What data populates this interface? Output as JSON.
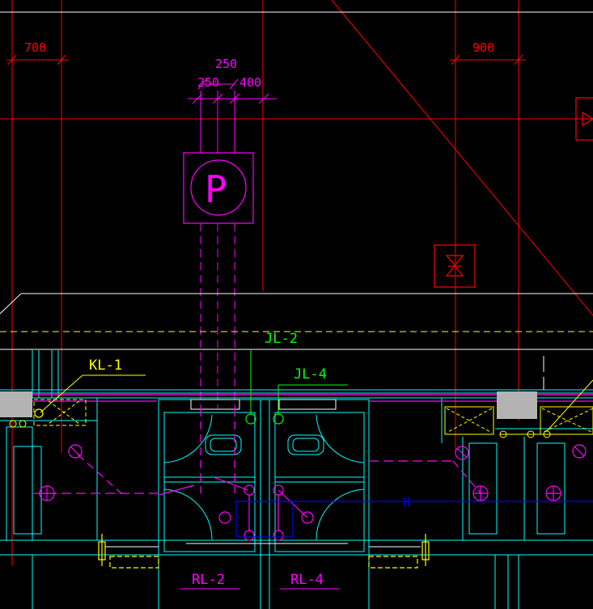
{
  "colors": {
    "red": "#ff0000",
    "magenta": "#ff00ff",
    "cyan": "#00ffff",
    "green": "#00ff00",
    "yellow": "#ffff00",
    "white": "#ffffff",
    "blue": "#0000ff",
    "gray": "#b3b3b3"
  },
  "dimensions": {
    "left_700": "700",
    "right_900": "900",
    "top_250": "250",
    "sub_250": "250",
    "sub_400": "400"
  },
  "parking_symbol": "P",
  "labels": {
    "jl2": "JL-2",
    "jl4": "JL-4",
    "kl1": "KL-1",
    "rl2": "RL-2",
    "rl4": "RL-4",
    "h": "H"
  }
}
